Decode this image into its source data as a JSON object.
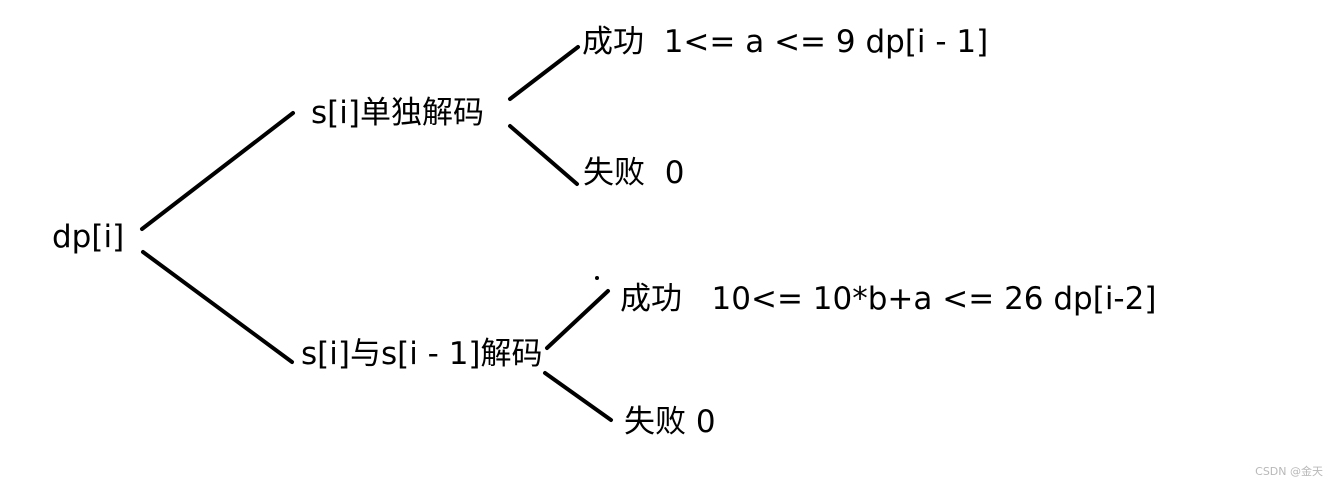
{
  "tree": {
    "root": {
      "label": "dp[i]"
    },
    "branches": [
      {
        "label": "s[i]单独解码",
        "outcomes": [
          {
            "label": "成功  1<= a <= 9 dp[i - 1]"
          },
          {
            "label": "失败  0"
          }
        ]
      },
      {
        "label": "s[i]与s[i - 1]解码",
        "outcomes": [
          {
            "label": "成功   10<= 10*b+a <= 26 dp[i-2]"
          },
          {
            "label": "失败 0"
          }
        ]
      }
    ]
  },
  "watermark": {
    "text": "CSDN @金天"
  },
  "colors": {
    "ink": "#000000",
    "watermark": "#b8b8b8",
    "background": "#ffffff"
  }
}
